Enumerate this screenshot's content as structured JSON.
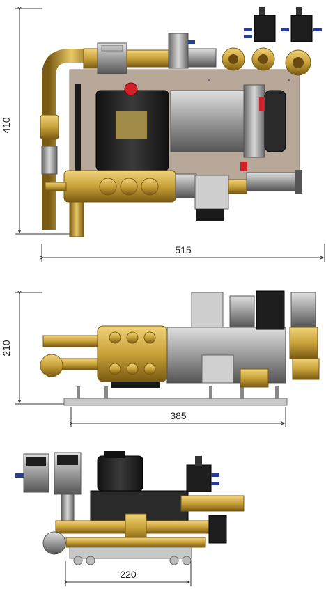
{
  "views": {
    "top": {
      "height_dim": "410",
      "width_dim": "515"
    },
    "side": {
      "height_dim": "210",
      "width_dim": "385"
    },
    "end": {
      "width_dim": "220"
    }
  },
  "colors": {
    "brass": "#c9a23a",
    "brass_dark": "#8a6a1a",
    "steel": "#9a9a9a",
    "steel_dark": "#5c5c5c",
    "black": "#1a1a1a",
    "plate": "#b8a89a",
    "red": "#d0202a",
    "dim_line": "#333333"
  }
}
